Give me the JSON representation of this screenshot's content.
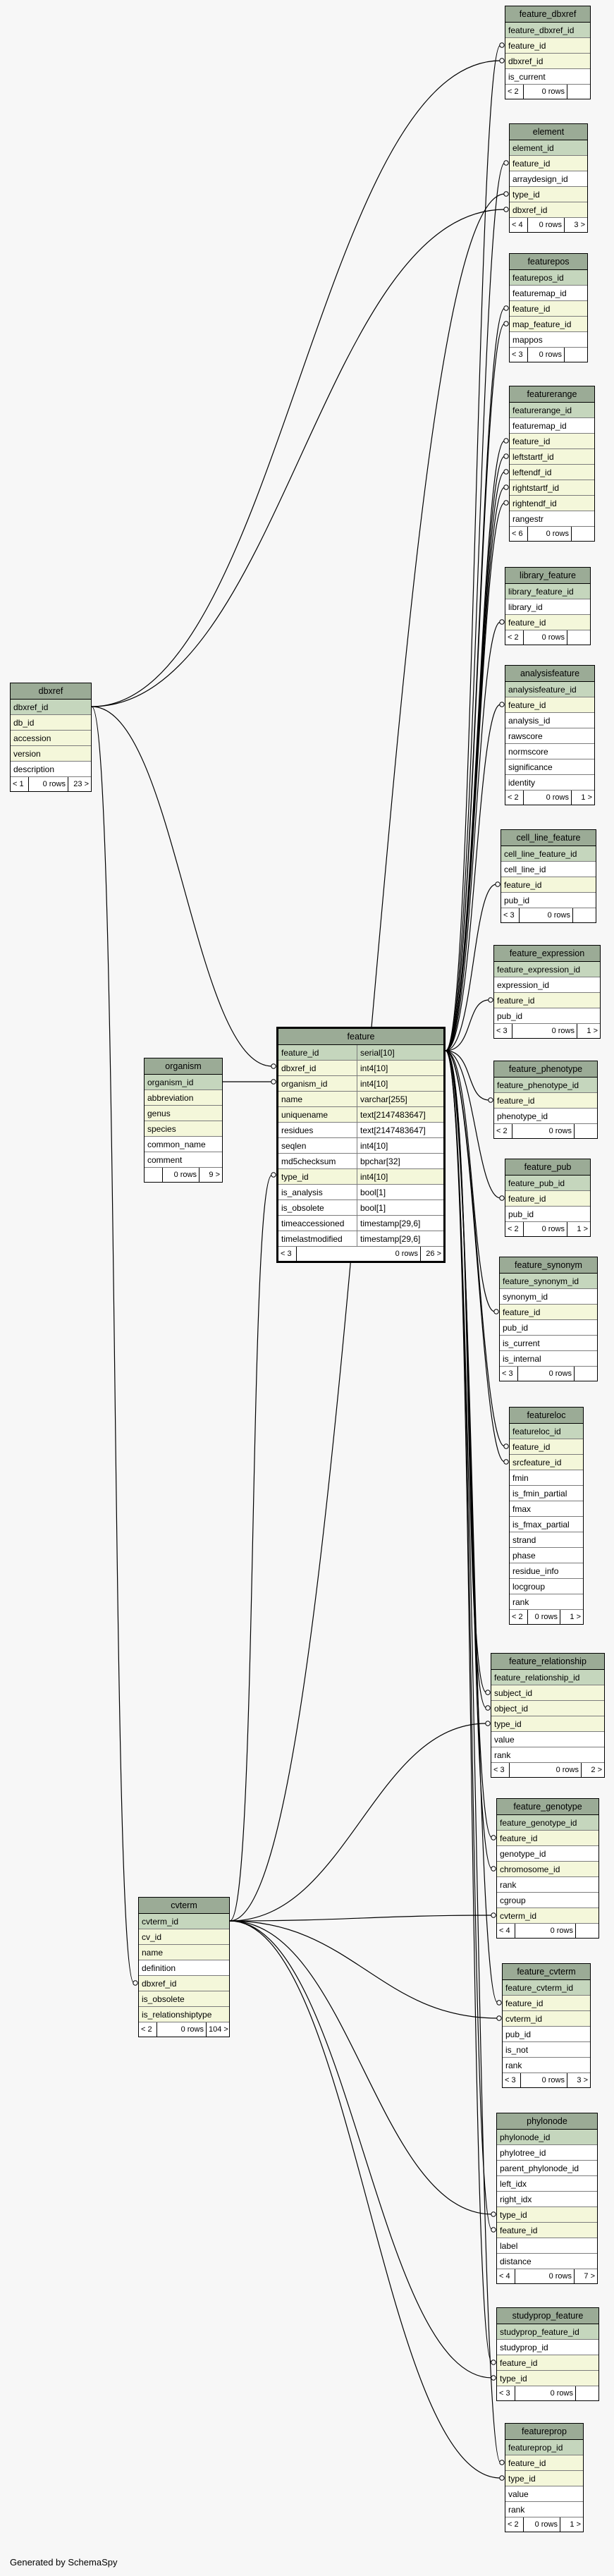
{
  "credit": "Generated by SchemaSpy",
  "tables": [
    {
      "id": "feature_dbxref",
      "name": "feature_dbxref",
      "rows": [
        [
          "feature_dbxref_id",
          "pk"
        ],
        [
          "feature_id",
          "fk"
        ],
        [
          "dbxref_id",
          "fk"
        ],
        [
          "is_current",
          "plain"
        ]
      ],
      "footer": [
        "< 2",
        "0 rows",
        ""
      ]
    },
    {
      "id": "element",
      "name": "element",
      "rows": [
        [
          "element_id",
          "pk"
        ],
        [
          "feature_id",
          "fk"
        ],
        [
          "arraydesign_id",
          "plain"
        ],
        [
          "type_id",
          "fk"
        ],
        [
          "dbxref_id",
          "fk"
        ]
      ],
      "footer": [
        "< 4",
        "0 rows",
        "3 >"
      ]
    },
    {
      "id": "featurepos",
      "name": "featurepos",
      "rows": [
        [
          "featurepos_id",
          "pk"
        ],
        [
          "featuremap_id",
          "plain"
        ],
        [
          "feature_id",
          "fk"
        ],
        [
          "map_feature_id",
          "fk"
        ],
        [
          "mappos",
          "plain"
        ]
      ],
      "footer": [
        "< 3",
        "0 rows",
        ""
      ]
    },
    {
      "id": "featurerange",
      "name": "featurerange",
      "rows": [
        [
          "featurerange_id",
          "pk"
        ],
        [
          "featuremap_id",
          "plain"
        ],
        [
          "feature_id",
          "fk"
        ],
        [
          "leftstartf_id",
          "fk"
        ],
        [
          "leftendf_id",
          "fk"
        ],
        [
          "rightstartf_id",
          "fk"
        ],
        [
          "rightendf_id",
          "fk"
        ],
        [
          "rangestr",
          "plain"
        ]
      ],
      "footer": [
        "< 6",
        "0 rows",
        ""
      ]
    },
    {
      "id": "library_feature",
      "name": "library_feature",
      "rows": [
        [
          "library_feature_id",
          "pk"
        ],
        [
          "library_id",
          "plain"
        ],
        [
          "feature_id",
          "fk"
        ]
      ],
      "footer": [
        "< 2",
        "0 rows",
        ""
      ]
    },
    {
      "id": "analysisfeature",
      "name": "analysisfeature",
      "rows": [
        [
          "analysisfeature_id",
          "pk"
        ],
        [
          "feature_id",
          "fk"
        ],
        [
          "analysis_id",
          "plain"
        ],
        [
          "rawscore",
          "plain"
        ],
        [
          "normscore",
          "plain"
        ],
        [
          "significance",
          "plain"
        ],
        [
          "identity",
          "plain"
        ]
      ],
      "footer": [
        "< 2",
        "0 rows",
        "1 >"
      ]
    },
    {
      "id": "cell_line_feature",
      "name": "cell_line_feature",
      "rows": [
        [
          "cell_line_feature_id",
          "pk"
        ],
        [
          "cell_line_id",
          "plain"
        ],
        [
          "feature_id",
          "fk"
        ],
        [
          "pub_id",
          "plain"
        ]
      ],
      "footer": [
        "< 3",
        "0 rows",
        ""
      ]
    },
    {
      "id": "feature_expression",
      "name": "feature_expression",
      "rows": [
        [
          "feature_expression_id",
          "pk"
        ],
        [
          "expression_id",
          "plain"
        ],
        [
          "feature_id",
          "fk"
        ],
        [
          "pub_id",
          "plain"
        ]
      ],
      "footer": [
        "< 3",
        "0 rows",
        "1 >"
      ]
    },
    {
      "id": "feature_phenotype",
      "name": "feature_phenotype",
      "rows": [
        [
          "feature_phenotype_id",
          "pk"
        ],
        [
          "feature_id",
          "fk"
        ],
        [
          "phenotype_id",
          "plain"
        ]
      ],
      "footer": [
        "< 2",
        "0 rows",
        ""
      ]
    },
    {
      "id": "feature_pub",
      "name": "feature_pub",
      "rows": [
        [
          "feature_pub_id",
          "pk"
        ],
        [
          "feature_id",
          "fk"
        ],
        [
          "pub_id",
          "plain"
        ]
      ],
      "footer": [
        "< 2",
        "0 rows",
        "1 >"
      ]
    },
    {
      "id": "feature_synonym",
      "name": "feature_synonym",
      "rows": [
        [
          "feature_synonym_id",
          "pk"
        ],
        [
          "synonym_id",
          "plain"
        ],
        [
          "feature_id",
          "fk"
        ],
        [
          "pub_id",
          "plain"
        ],
        [
          "is_current",
          "plain"
        ],
        [
          "is_internal",
          "plain"
        ]
      ],
      "footer": [
        "< 3",
        "0 rows",
        ""
      ]
    },
    {
      "id": "featureloc",
      "name": "featureloc",
      "rows": [
        [
          "featureloc_id",
          "pk"
        ],
        [
          "feature_id",
          "fk"
        ],
        [
          "srcfeature_id",
          "fk"
        ],
        [
          "fmin",
          "plain"
        ],
        [
          "is_fmin_partial",
          "plain"
        ],
        [
          "fmax",
          "plain"
        ],
        [
          "is_fmax_partial",
          "plain"
        ],
        [
          "strand",
          "plain"
        ],
        [
          "phase",
          "plain"
        ],
        [
          "residue_info",
          "plain"
        ],
        [
          "locgroup",
          "plain"
        ],
        [
          "rank",
          "plain"
        ]
      ],
      "footer": [
        "< 2",
        "0 rows",
        "1 >"
      ]
    },
    {
      "id": "feature_relationship",
      "name": "feature_relationship",
      "rows": [
        [
          "feature_relationship_id",
          "pk"
        ],
        [
          "subject_id",
          "fk"
        ],
        [
          "object_id",
          "fk"
        ],
        [
          "type_id",
          "fk"
        ],
        [
          "value",
          "plain"
        ],
        [
          "rank",
          "plain"
        ]
      ],
      "footer": [
        "< 3",
        "0 rows",
        "2 >"
      ]
    },
    {
      "id": "feature_genotype",
      "name": "feature_genotype",
      "rows": [
        [
          "feature_genotype_id",
          "pk"
        ],
        [
          "feature_id",
          "fk"
        ],
        [
          "genotype_id",
          "plain"
        ],
        [
          "chromosome_id",
          "fk"
        ],
        [
          "rank",
          "plain"
        ],
        [
          "cgroup",
          "plain"
        ],
        [
          "cvterm_id",
          "fk"
        ]
      ],
      "footer": [
        "< 4",
        "0 rows",
        ""
      ]
    },
    {
      "id": "feature_cvterm",
      "name": "feature_cvterm",
      "rows": [
        [
          "feature_cvterm_id",
          "pk"
        ],
        [
          "feature_id",
          "fk"
        ],
        [
          "cvterm_id",
          "fk"
        ],
        [
          "pub_id",
          "plain"
        ],
        [
          "is_not",
          "plain"
        ],
        [
          "rank",
          "plain"
        ]
      ],
      "footer": [
        "< 3",
        "0 rows",
        "3 >"
      ]
    },
    {
      "id": "phylonode",
      "name": "phylonode",
      "rows": [
        [
          "phylonode_id",
          "pk"
        ],
        [
          "phylotree_id",
          "plain"
        ],
        [
          "parent_phylonode_id",
          "plain"
        ],
        [
          "left_idx",
          "plain"
        ],
        [
          "right_idx",
          "plain"
        ],
        [
          "type_id",
          "fk"
        ],
        [
          "feature_id",
          "fk"
        ],
        [
          "label",
          "plain"
        ],
        [
          "distance",
          "plain"
        ]
      ],
      "footer": [
        "< 4",
        "0 rows",
        "7 >"
      ]
    },
    {
      "id": "studyprop_feature",
      "name": "studyprop_feature",
      "rows": [
        [
          "studyprop_feature_id",
          "pk"
        ],
        [
          "studyprop_id",
          "plain"
        ],
        [
          "feature_id",
          "fk"
        ],
        [
          "type_id",
          "fk"
        ]
      ],
      "footer": [
        "< 3",
        "0 rows",
        ""
      ]
    },
    {
      "id": "featureprop",
      "name": "featureprop",
      "rows": [
        [
          "featureprop_id",
          "pk"
        ],
        [
          "feature_id",
          "fk"
        ],
        [
          "type_id",
          "fk"
        ],
        [
          "value",
          "plain"
        ],
        [
          "rank",
          "plain"
        ]
      ],
      "footer": [
        "< 2",
        "0 rows",
        "1 >"
      ]
    },
    {
      "id": "dbxref",
      "name": "dbxref",
      "rows": [
        [
          "dbxref_id",
          "pk"
        ],
        [
          "db_id",
          "fk"
        ],
        [
          "accession",
          "fk"
        ],
        [
          "version",
          "fk"
        ],
        [
          "description",
          "plain"
        ]
      ],
      "footer": [
        "< 1",
        "0 rows",
        "23 >"
      ]
    },
    {
      "id": "organism",
      "name": "organism",
      "rows": [
        [
          "organism_id",
          "pk"
        ],
        [
          "abbreviation",
          "fk"
        ],
        [
          "genus",
          "fk"
        ],
        [
          "species",
          "fk"
        ],
        [
          "common_name",
          "plain"
        ],
        [
          "comment",
          "plain"
        ]
      ],
      "footer": [
        "",
        "0 rows",
        "9 >"
      ]
    },
    {
      "id": "cvterm",
      "name": "cvterm",
      "rows": [
        [
          "cvterm_id",
          "pk"
        ],
        [
          "cv_id",
          "fk"
        ],
        [
          "name",
          "fk"
        ],
        [
          "definition",
          "plain"
        ],
        [
          "dbxref_id",
          "fk"
        ],
        [
          "is_obsolete",
          "fk"
        ],
        [
          "is_relationshiptype",
          "fk"
        ]
      ],
      "footer": [
        "< 2",
        "0 rows",
        "104 >"
      ]
    }
  ],
  "feature": {
    "name": "feature",
    "rows": [
      [
        "feature_id",
        "serial[10]",
        "pk"
      ],
      [
        "dbxref_id",
        "int4[10]",
        "fk"
      ],
      [
        "organism_id",
        "int4[10]",
        "fk"
      ],
      [
        "name",
        "varchar[255]",
        "fk"
      ],
      [
        "uniquename",
        "text[2147483647]",
        "fk"
      ],
      [
        "residues",
        "text[2147483647]",
        "plain"
      ],
      [
        "seqlen",
        "int4[10]",
        "plain"
      ],
      [
        "md5checksum",
        "bpchar[32]",
        "plain"
      ],
      [
        "type_id",
        "int4[10]",
        "fk"
      ],
      [
        "is_analysis",
        "bool[1]",
        "plain"
      ],
      [
        "is_obsolete",
        "bool[1]",
        "plain"
      ],
      [
        "timeaccessioned",
        "timestamp[29,6]",
        "plain"
      ],
      [
        "timelastmodified",
        "timestamp[29,6]",
        "plain"
      ]
    ],
    "footer": [
      "< 3",
      "0 rows",
      "26 >"
    ]
  }
}
